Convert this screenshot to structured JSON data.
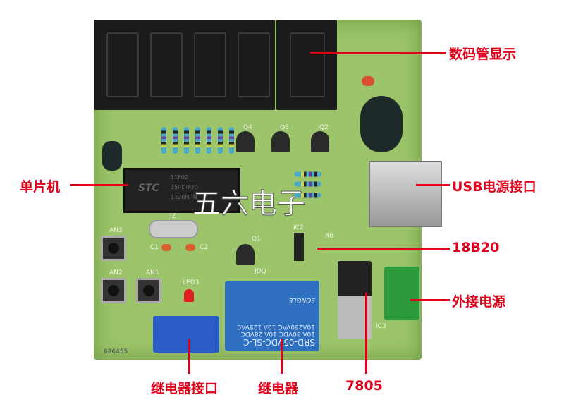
{
  "callouts": {
    "display": "数码管显示",
    "mcu": "单片机",
    "usb": "USB电源接口",
    "sensor": "18B20",
    "power": "外接电源",
    "relay_port": "继电器接口",
    "relay": "继电器",
    "regulator": "7805"
  },
  "board": {
    "watermark": "五六电子",
    "chip": {
      "brand": "STC",
      "line1": "11F02",
      "line2": "35I-DIP20",
      "line3": "1326HRN"
    },
    "labels": {
      "q4": "Q4",
      "q3": "Q3",
      "q2": "Q2",
      "q1": "Q1",
      "an1": "AN1",
      "an2": "AN2",
      "an3": "AN3",
      "led3": "LED3",
      "c1": "C1",
      "c2": "C2",
      "jz": "JZ",
      "ic2": "IC2",
      "r6": "R6",
      "jdq": "JDQ",
      "ic3": "IC3",
      "serial": "626455"
    },
    "relay_text": [
      "SRD-05VDC-SL-C",
      "10A 30VDC 10A 28VDC",
      "10A250VAC 10A 125VAC",
      "SONGLE"
    ]
  }
}
